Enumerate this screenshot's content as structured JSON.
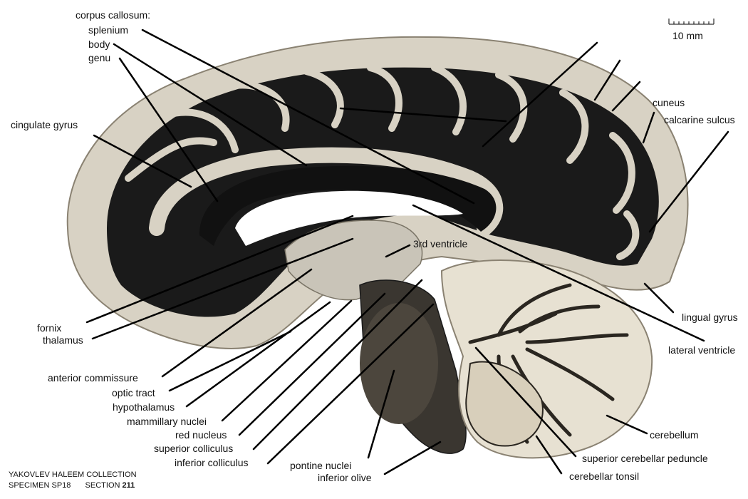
{
  "labels": {
    "corpus_callosum": "corpus callosum:",
    "splenium": "splenium",
    "body": "body",
    "genu": "genu",
    "cingulate_gyrus": "cingulate gyrus",
    "cuneus": "cuneus",
    "calcarine_sulcus": "calcarine sulcus",
    "third_ventricle": "3rd ventricle",
    "fornix": "fornix",
    "thalamus": "thalamus",
    "lingual_gyrus": "lingual gyrus",
    "lateral_ventricle": "lateral ventricle",
    "anterior_commissure": "anterior commissure",
    "optic_tract": "optic tract",
    "hypothalamus": "hypothalamus",
    "mammillary_nuclei": "mammillary nuclei",
    "red_nucleus": "red nucleus",
    "superior_colliculus": "superior colliculus",
    "inferior_colliculus": "inferior colliculus",
    "pontine_nuclei": "pontine nuclei",
    "inferior_olive": "inferior olive",
    "cerebellum": "cerebellum",
    "superior_cerebellar_peduncle": "superior cerebellar peduncle",
    "cerebellar_tonsil": "cerebellar tonsil"
  },
  "scale_bar": {
    "label": "10 mm"
  },
  "credit": {
    "collection": "YAKOVLEV HALEEM COLLECTION",
    "specimen": "SPECIMEN SP18",
    "section_label": "SECTION",
    "section_number": "211"
  },
  "colors": {
    "cortex_gray": "#d8d2c4",
    "white_matter_stain": "#1a1a1a",
    "cerebellum_tissue": "#e7e1d2",
    "pointer_line": "#000000"
  }
}
